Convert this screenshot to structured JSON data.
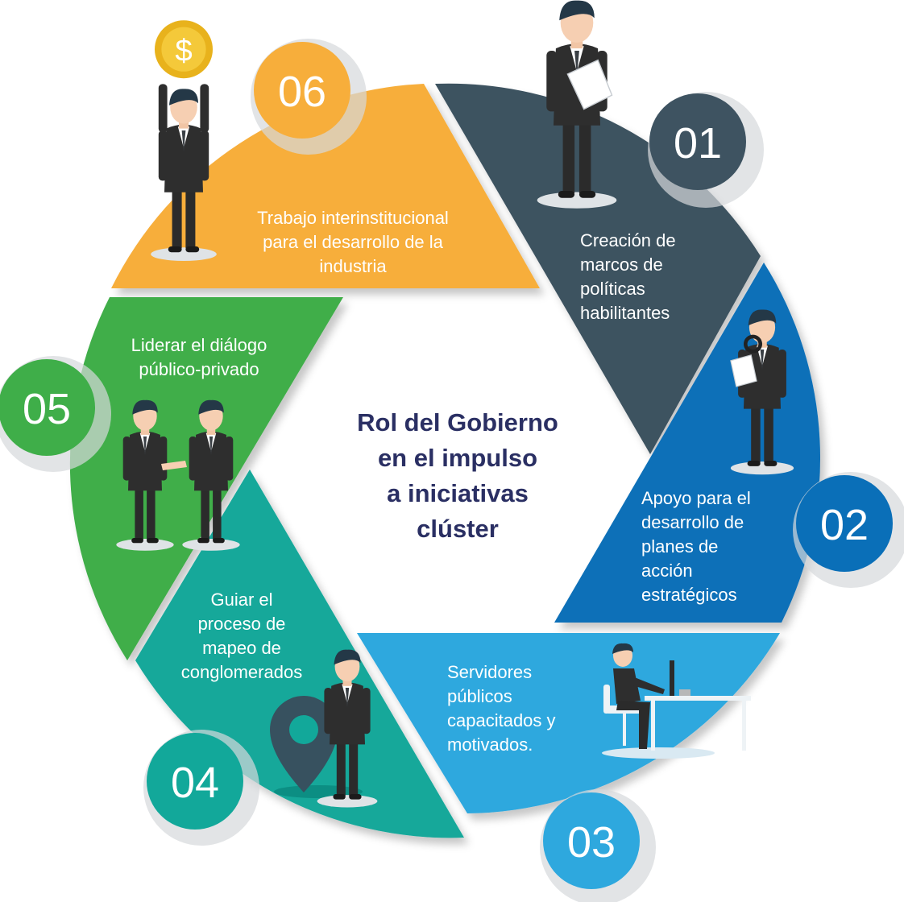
{
  "title_lines": [
    "Rol del Gobierno",
    "en el impulso",
    "a iniciativas",
    "clúster"
  ],
  "segments": [
    {
      "number": "01",
      "color": "#3e5361",
      "lines": [
        "Creación de",
        "marcos de",
        "políticas",
        "habilitantes"
      ],
      "icon": "businessman-document-icon"
    },
    {
      "number": "02",
      "color": "#0a6fb8",
      "lines": [
        "Apoyo para el",
        "desarrollo de",
        "planes de",
        "acción",
        "estratégicos"
      ],
      "icon": "businessman-magnifier-icon"
    },
    {
      "number": "03",
      "color": "#2ea8de",
      "lines": [
        "Servidores",
        "públicos",
        "capacitados y",
        "motivados."
      ],
      "icon": "worker-at-desk-icon"
    },
    {
      "number": "04",
      "color": "#12a89a",
      "lines": [
        "Guiar el",
        "proceso de",
        "mapeo de",
        "conglomerados"
      ],
      "icon": "businessman-map-pin-icon"
    },
    {
      "number": "05",
      "color": "#3fae49",
      "lines": [
        "Liderar el diálogo",
        "público-privado"
      ],
      "icon": "handshake-icon"
    },
    {
      "number": "06",
      "color": "#f7ae3b",
      "lines": [
        "Trabajo interinstitucional",
        "para el desarrollo de la",
        "industria"
      ],
      "icon": "businessman-coin-icon"
    }
  ]
}
